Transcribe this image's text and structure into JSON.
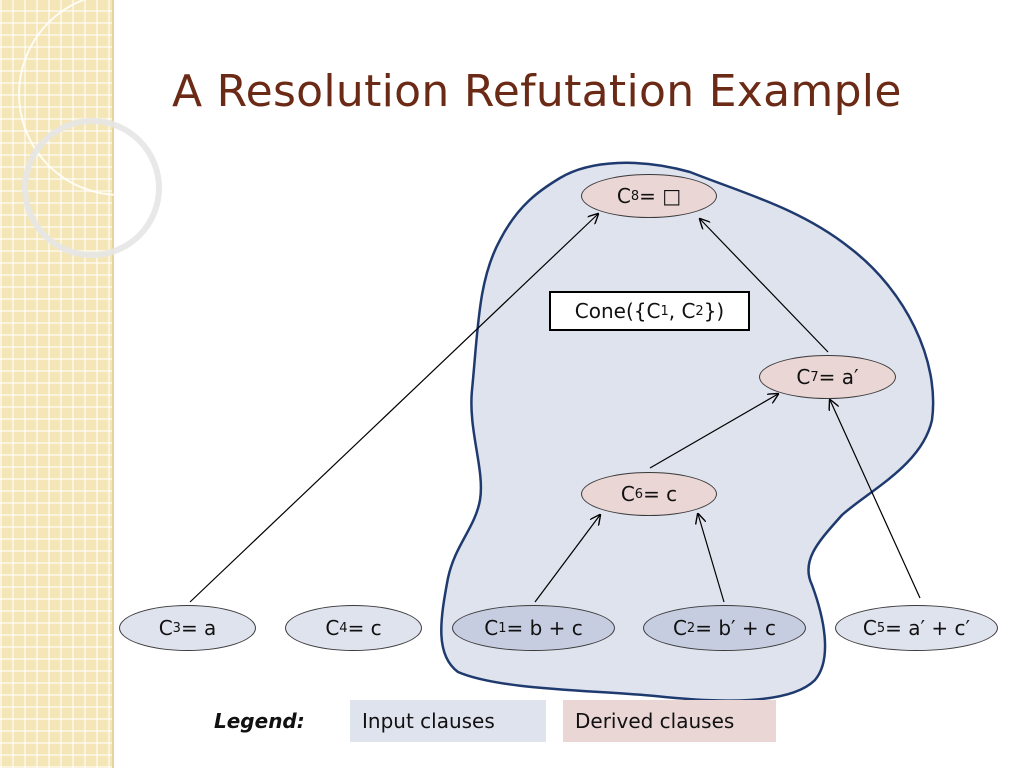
{
  "title": "A Resolution Refutation Example",
  "nodes": {
    "c8": {
      "label": "C",
      "sub": "8",
      "rest": " = □"
    },
    "c7": {
      "label": "C",
      "sub": "7",
      "rest": " = a′"
    },
    "c6": {
      "label": "C",
      "sub": "6",
      "rest": " = c"
    },
    "c3": {
      "label": "C",
      "sub": "3",
      "rest": " = a"
    },
    "c4": {
      "label": "C",
      "sub": "4",
      "rest": " = c"
    },
    "c1": {
      "label": "C",
      "sub": "1",
      "rest": " = b + c"
    },
    "c2": {
      "label": "C",
      "sub": "2",
      "rest": " = b′ + c"
    },
    "c5": {
      "label": "C",
      "sub": "5",
      "rest": " = a′ + c′"
    }
  },
  "cone": {
    "pre": "Cone({C",
    "sub1": "1",
    "mid": ", C",
    "sub2": "2",
    "post": "})"
  },
  "legend": {
    "title": "Legend:",
    "input": "Input clauses",
    "derived": "Derived clauses"
  },
  "colors": {
    "input": "#dfe3ee",
    "derived": "#ead6d4",
    "cone_fill": "#dfe3ee",
    "cone_stroke": "#1f3a6e",
    "title": "#6b2a16"
  }
}
